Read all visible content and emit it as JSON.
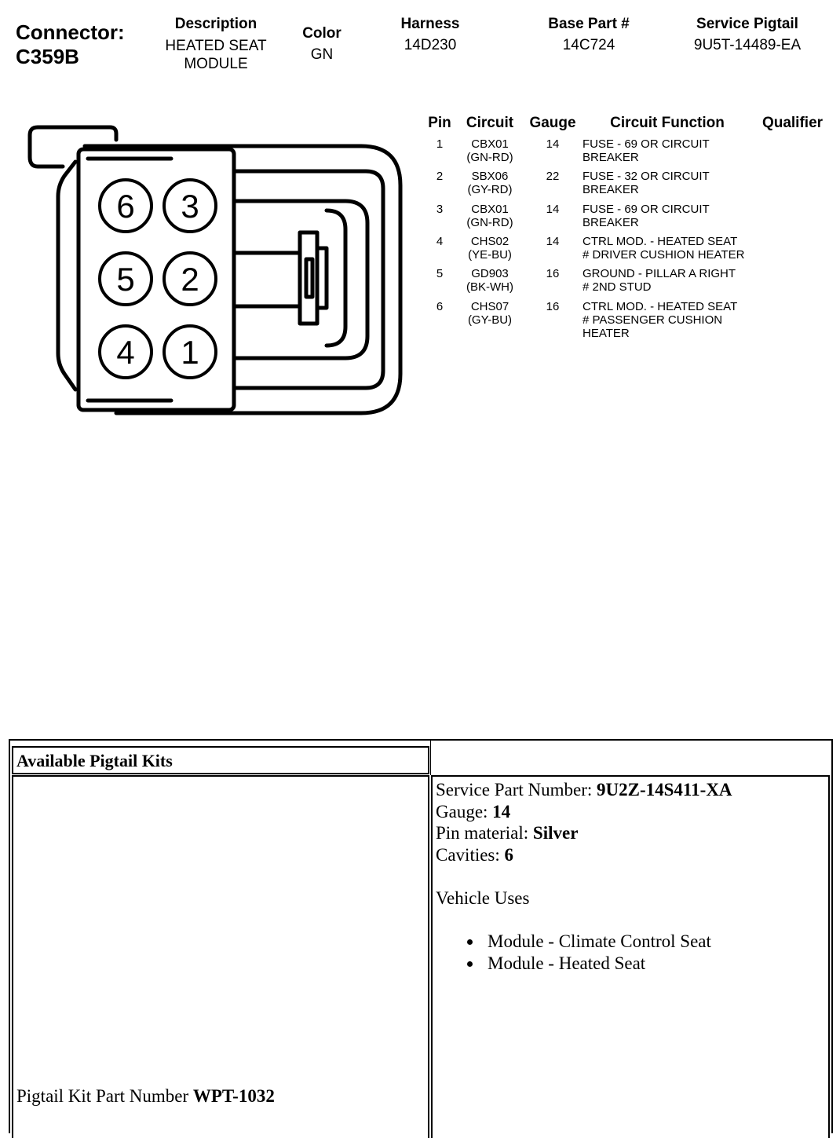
{
  "connector": {
    "label": "Connector:",
    "id": "C359B"
  },
  "header": {
    "description_label": "Description",
    "description_value": "HEATED SEAT\nMODULE",
    "color_label": "Color",
    "color_value": "GN",
    "harness_label": "Harness",
    "harness_value": "14D230",
    "base_part_label": "Base Part #",
    "base_part_value": "14C724",
    "service_pigtail_label": "Service Pigtail",
    "service_pigtail_value": "9U5T-14489-EA"
  },
  "connector_diagram": {
    "cavities": [
      "6",
      "3",
      "5",
      "2",
      "4",
      "1"
    ]
  },
  "pin_table": {
    "headers": {
      "pin": "Pin",
      "circuit": "Circuit",
      "gauge": "Gauge",
      "function": "Circuit Function",
      "qualifier": "Qualifier"
    },
    "rows": [
      {
        "pin": "1",
        "circuit": "CBX01",
        "wire": "(GN-RD)",
        "gauge": "14",
        "function": "FUSE - 69 OR CIRCUIT\nBREAKER",
        "qualifier": ""
      },
      {
        "pin": "2",
        "circuit": "SBX06",
        "wire": "(GY-RD)",
        "gauge": "22",
        "function": "FUSE - 32 OR CIRCUIT\nBREAKER",
        "qualifier": ""
      },
      {
        "pin": "3",
        "circuit": "CBX01",
        "wire": "(GN-RD)",
        "gauge": "14",
        "function": "FUSE - 69 OR CIRCUIT\nBREAKER",
        "qualifier": ""
      },
      {
        "pin": "4",
        "circuit": "CHS02",
        "wire": "(YE-BU)",
        "gauge": "14",
        "function": "CTRL MOD. - HEATED SEAT\n# DRIVER CUSHION HEATER",
        "qualifier": ""
      },
      {
        "pin": "5",
        "circuit": "GD903",
        "wire": "(BK-WH)",
        "gauge": "16",
        "function": "GROUND - PILLAR A RIGHT\n# 2ND STUD",
        "qualifier": ""
      },
      {
        "pin": "6",
        "circuit": "CHS07",
        "wire": "(GY-BU)",
        "gauge": "16",
        "function": "CTRL MOD. - HEATED SEAT\n# PASSENGER CUSHION\nHEATER",
        "qualifier": ""
      }
    ]
  },
  "kits": {
    "title": "Available Pigtail Kits",
    "service_part_label": "Service Part Number: ",
    "service_part_value": "9U2Z-14S411-XA",
    "gauge_label": "Gauge: ",
    "gauge_value": "14",
    "pin_material_label": "Pin material: ",
    "pin_material_value": "Silver",
    "cavities_label": "Cavities: ",
    "cavities_value": "6",
    "vehicle_uses_label": "Vehicle Uses",
    "vehicle_uses": [
      "Module - Climate Control Seat",
      "Module - Heated Seat"
    ],
    "pigtail_kit_label": "Pigtail Kit Part Number ",
    "pigtail_kit_value": "WPT-1032"
  }
}
